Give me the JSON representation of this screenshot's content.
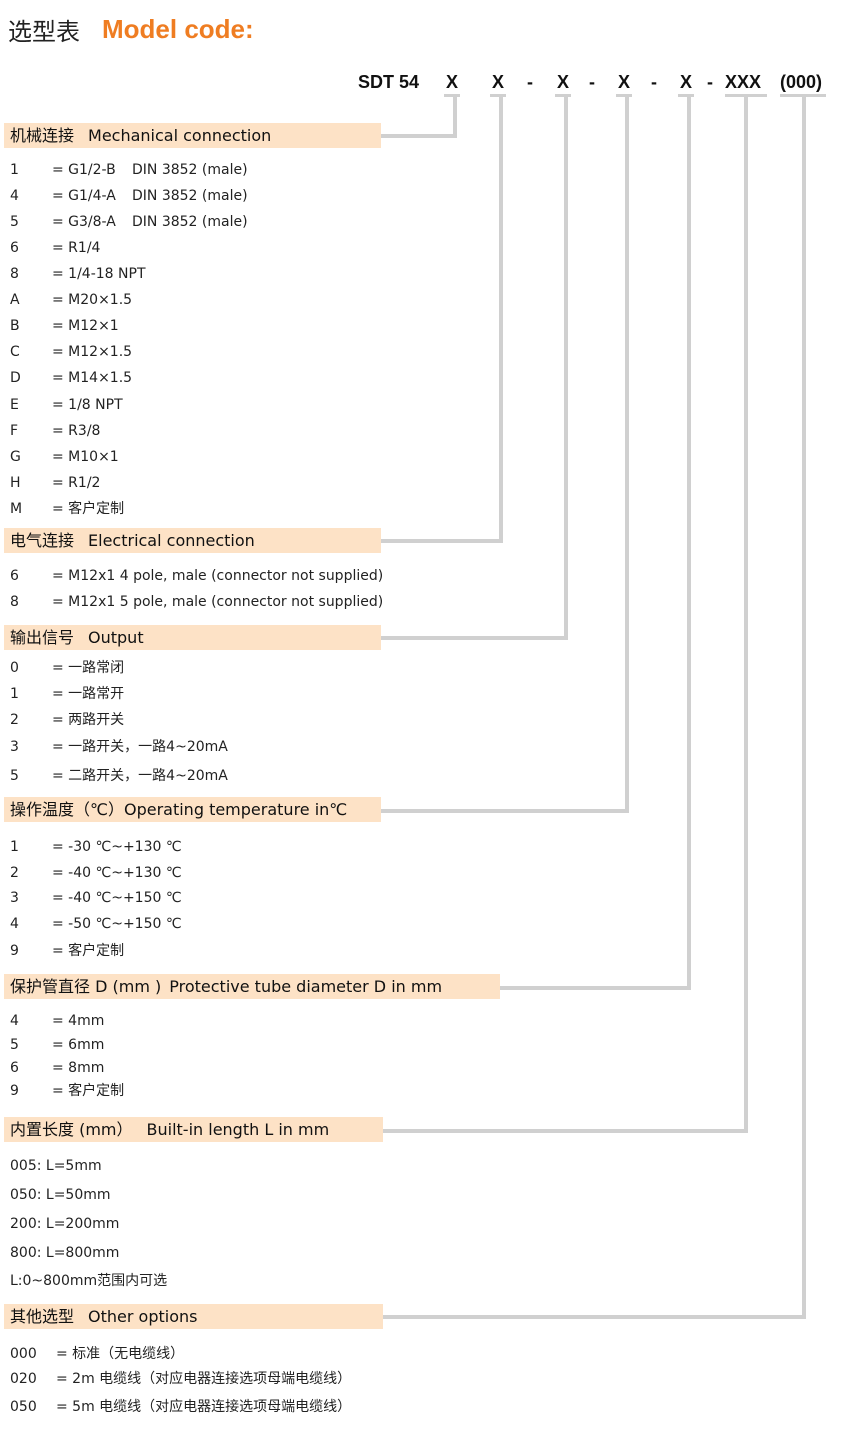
{
  "title": {
    "cn": "选型表",
    "en": "Model code:"
  },
  "code_parts": [
    "SDT 54",
    "X",
    "X",
    "-",
    "X",
    "-",
    "X",
    "-",
    "X",
    "-",
    "XXX",
    "(000)"
  ],
  "sections": {
    "mechanical": {
      "cn": "机械连接",
      "en": "Mechanical connection",
      "items": [
        {
          "k": "1",
          "v": "= G1/2-B",
          "d": "DIN 3852 (male)"
        },
        {
          "k": "4",
          "v": "= G1/4-A",
          "d": "DIN 3852 (male)"
        },
        {
          "k": "5",
          "v": "= G3/8-A",
          "d": "DIN 3852 (male)"
        },
        {
          "k": "6",
          "v": "= R1/4",
          "d": ""
        },
        {
          "k": "8",
          "v": "= 1/4-18 NPT",
          "d": ""
        },
        {
          "k": "A",
          "v": "= M20×1.5",
          "d": ""
        },
        {
          "k": "B",
          "v": "= M12×1",
          "d": ""
        },
        {
          "k": "C",
          "v": "= M12×1.5",
          "d": ""
        },
        {
          "k": "D",
          "v": "= M14×1.5",
          "d": ""
        },
        {
          "k": "E",
          "v": "= 1/8 NPT",
          "d": ""
        },
        {
          "k": "F",
          "v": "= R3/8",
          "d": ""
        },
        {
          "k": "G",
          "v": "= M10×1",
          "d": ""
        },
        {
          "k": "H",
          "v": "= R1/2",
          "d": ""
        },
        {
          "k": "M",
          "v": "= 客户定制",
          "d": ""
        }
      ]
    },
    "electrical": {
      "cn": "电气连接",
      "en": "Electrical connection",
      "items": [
        {
          "k": "6",
          "v": "= M12x1   4 pole, male (connector not supplied)"
        },
        {
          "k": "8",
          "v": "= M12x1   5 pole, male (connector not supplied)"
        }
      ]
    },
    "output": {
      "cn": "输出信号",
      "en": "Output",
      "items": [
        {
          "k": "0",
          "v": "= 一路常闭"
        },
        {
          "k": "1",
          "v": "= 一路常开"
        },
        {
          "k": "2",
          "v": "= 两路开关"
        },
        {
          "k": "3",
          "v": "= 一路开关，一路4~20mA"
        },
        {
          "k": "5",
          "v": "= 二路开关，一路4~20mA"
        }
      ]
    },
    "temperature": {
      "cn": "操作温度（℃）",
      "en": "Operating temperature in℃",
      "items": [
        {
          "k": "1",
          "v": "= -30 ℃~+130 ℃"
        },
        {
          "k": "2",
          "v": "= -40 ℃~+130 ℃"
        },
        {
          "k": "3",
          "v": "= -40 ℃~+150 ℃"
        },
        {
          "k": "4",
          "v": "= -50 ℃~+150 ℃"
        },
        {
          "k": "9",
          "v": "= 客户定制"
        }
      ]
    },
    "diameter": {
      "cn": "保护管直径 D (mm )",
      "en": "Protective tube diameter D in  mm",
      "items": [
        {
          "k": "4",
          "v": "= 4mm"
        },
        {
          "k": "5",
          "v": "= 6mm"
        },
        {
          "k": "6",
          "v": "= 8mm"
        },
        {
          "k": "9",
          "v": "= 客户定制"
        }
      ]
    },
    "length": {
      "cn": "内置长度 (mm）",
      "en": "Built-in length  L in mm",
      "items": [
        {
          "v": "005: L=5mm"
        },
        {
          "v": "050: L=50mm"
        },
        {
          "v": "200: L=200mm"
        },
        {
          "v": "800: L=800mm"
        },
        {
          "v": "L:0~800mm范围内可选"
        }
      ]
    },
    "other": {
      "cn": "其他选型",
      "en": "Other options",
      "items": [
        {
          "k": "000",
          "v": "= 标准（无电缆线）"
        },
        {
          "k": "020",
          "v": "= 2m  电缆线（对应电器连接选项母端电缆线）"
        },
        {
          "k": "050",
          "v": "= 5m  电缆线（对应电器连接选项母端电缆线）"
        }
      ]
    }
  }
}
